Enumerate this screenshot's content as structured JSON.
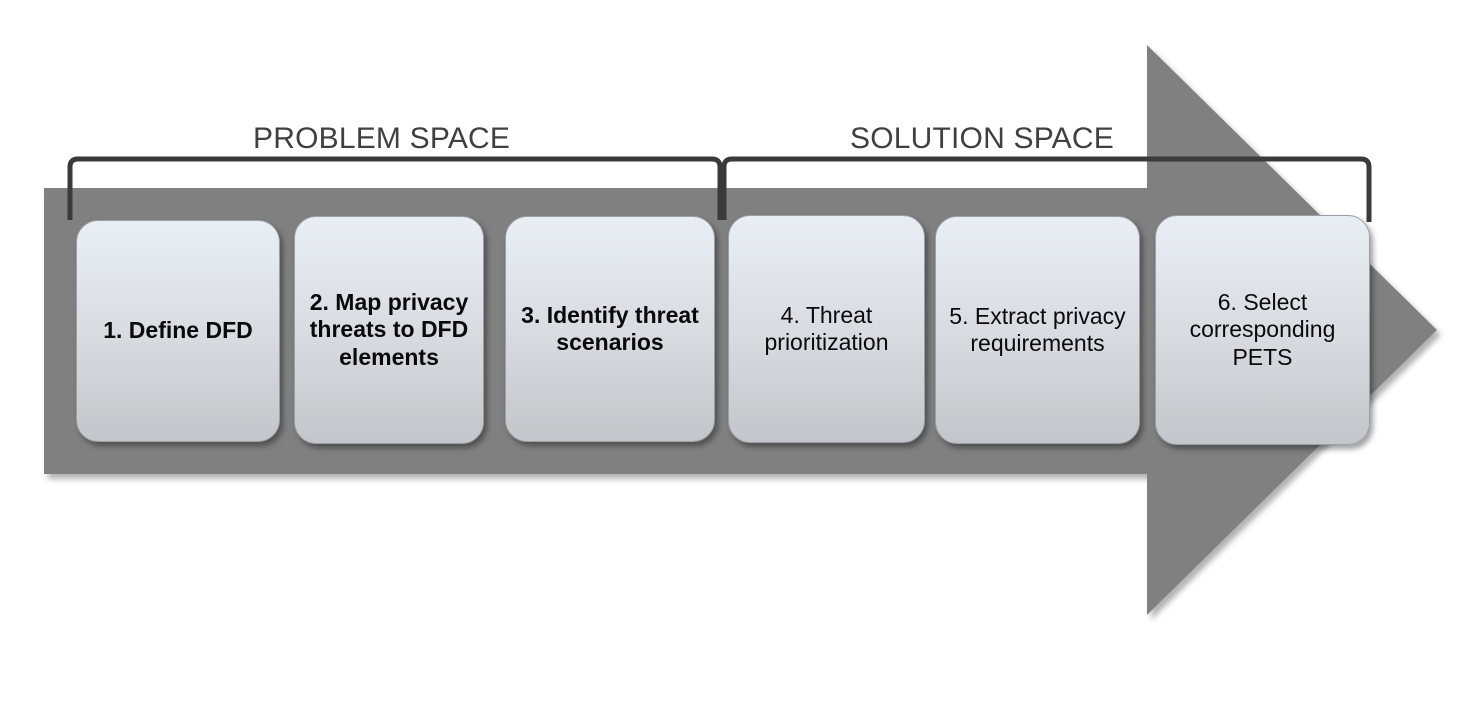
{
  "diagram": {
    "title": "Privacy threat modeling methodology process flow",
    "arrow": {
      "color": "#808080",
      "direction": "left-to-right"
    },
    "sections": [
      {
        "id": "problem-space",
        "label": "PROBLEM SPACE",
        "color": "#404040",
        "steps": [
          1,
          2,
          3
        ]
      },
      {
        "id": "solution-space",
        "label": "SOLUTION SPACE",
        "color": "#404040",
        "steps": [
          4,
          5,
          6
        ]
      }
    ],
    "steps": [
      {
        "number": "1",
        "label": "1. Define DFD",
        "emphasis": "bold"
      },
      {
        "number": "2",
        "label": "2. Map privacy threats to DFD elements",
        "emphasis": "bold"
      },
      {
        "number": "3",
        "label": "3. Identify threat scenarios",
        "emphasis": "bold"
      },
      {
        "number": "4",
        "label": "4. Threat prioritization",
        "emphasis": "regular"
      },
      {
        "number": "5",
        "label": "5. Extract privacy requirements",
        "emphasis": "regular"
      },
      {
        "number": "6",
        "label": "6. Select corresponding PETS",
        "emphasis": "regular"
      }
    ]
  }
}
